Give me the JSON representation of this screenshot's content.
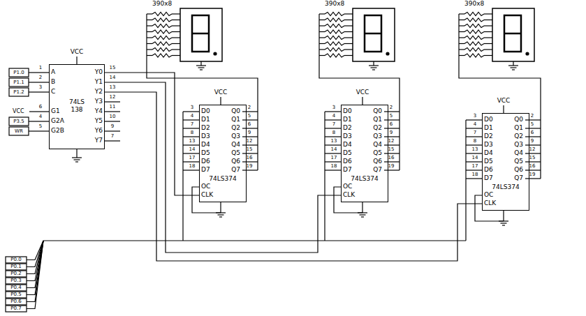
{
  "diagram": {
    "nodes": [
      {
        "text": [
          "74LS 138"
        ]
      },
      {
        "text": [
          "74LS374"
        ]
      },
      {
        "text": [
          "74LS374"
        ]
      },
      {
        "text": [
          "74LS374"
        ]
      }
    ],
    "edges": [
      {
        "from": 0,
        "to": 1,
        "arrow": "none"
      },
      {
        "from": 0,
        "to": 2,
        "arrow": "none"
      },
      {
        "from": 0,
        "to": 3,
        "arrow": "none"
      }
    ],
    "labels": [
      "390x8",
      "390x8",
      "390x8",
      "VCC",
      "VCC",
      "VCC",
      "VCC",
      "VCC",
      "A",
      "B",
      "C",
      "G1",
      "G2A",
      "G2B",
      "Y0",
      "Y1",
      "Y2",
      "Y3",
      "Y4",
      "Y5",
      "Y6",
      "Y7",
      "1",
      "2",
      "3",
      "6",
      "4",
      "5",
      "15",
      "14",
      "13",
      "12",
      "11",
      "10",
      "9",
      "7",
      "P1.0",
      "P1.1",
      "P1.2",
      "P3.5",
      "WR",
      "D0",
      "D1",
      "D2",
      "D3",
      "D4",
      "D5",
      "D6",
      "D7",
      "Q0",
      "Q1",
      "Q2",
      "Q3",
      "Q4",
      "Q5",
      "Q6",
      "Q7",
      "OC",
      "CLK",
      "3",
      "4",
      "7",
      "8",
      "13",
      "14",
      "17",
      "18",
      "2",
      "5",
      "6",
      "9",
      "12",
      "15",
      "16",
      "19",
      "D0",
      "D1",
      "D2",
      "D3",
      "D4",
      "D5",
      "D6",
      "D7",
      "Q0",
      "Q1",
      "Q2",
      "Q3",
      "Q4",
      "Q5",
      "Q6",
      "Q7",
      "OC",
      "CLK",
      "3",
      "4",
      "7",
      "8",
      "13",
      "14",
      "17",
      "18",
      "2",
      "5",
      "6",
      "9",
      "12",
      "15",
      "16",
      "19",
      "D0",
      "D1",
      "D2",
      "D3",
      "D4",
      "D5",
      "D6",
      "D7",
      "Q0",
      "Q1",
      "Q2",
      "Q3",
      "Q4",
      "Q5",
      "Q6",
      "Q7",
      "OC",
      "CLK",
      "3",
      "4",
      "7",
      "8",
      "13",
      "14",
      "17",
      "18",
      "2",
      "5",
      "6",
      "9",
      "12",
      "15",
      "16",
      "19",
      "P0.0",
      "P0.1",
      "P0.2",
      "P0.3",
      "P0.4",
      "P0.5",
      "P0.6",
      "P0.7"
    ]
  }
}
